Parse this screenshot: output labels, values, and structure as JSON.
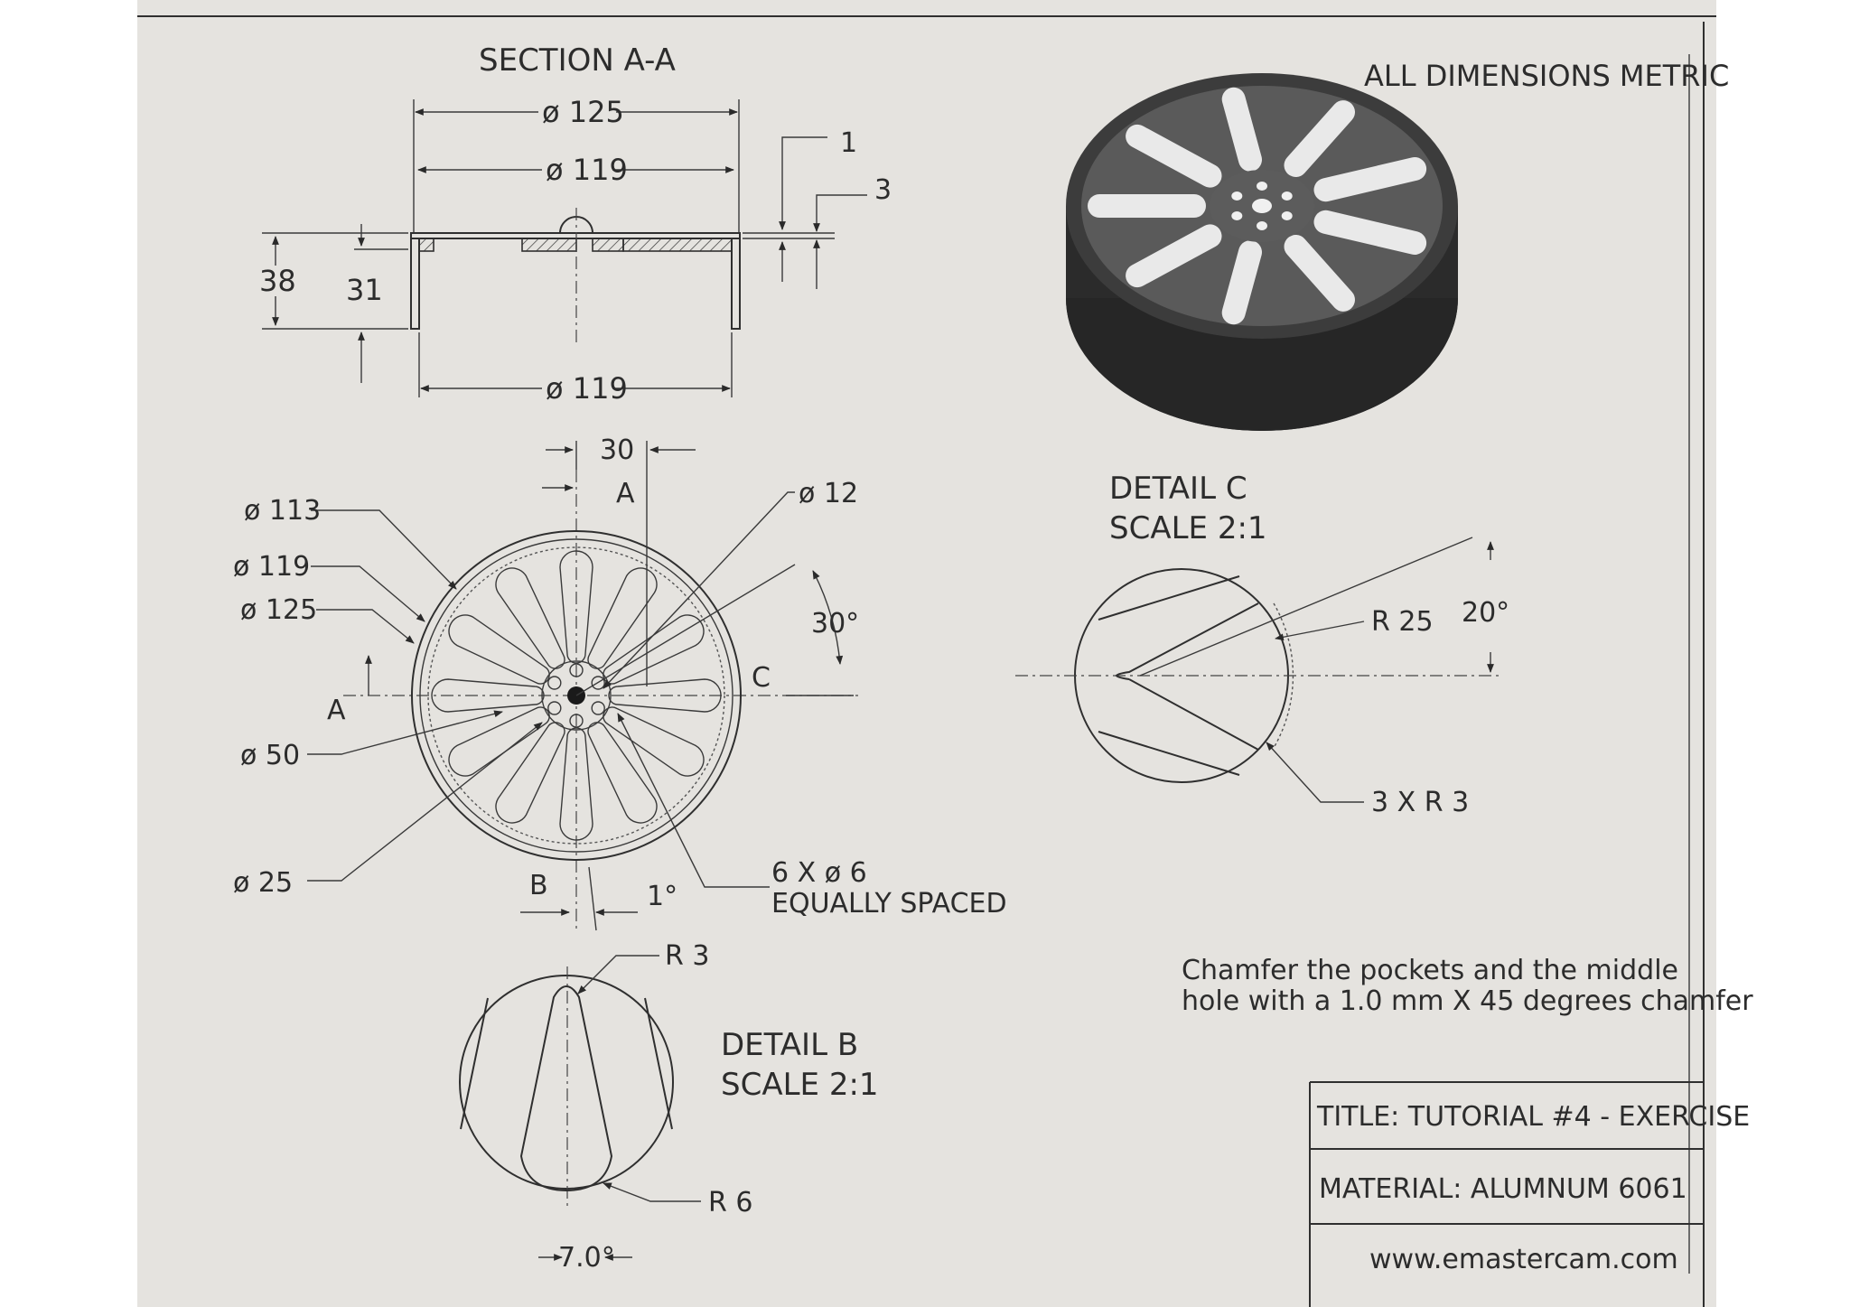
{
  "header": {
    "units_note": "ALL DIMENSIONS METRIC"
  },
  "section_view": {
    "title": "SECTION A-A",
    "dim_outer": "ø 125",
    "dim_inner": "ø 119",
    "dim_bottom": "ø 119",
    "dim_height_total": "38",
    "dim_height_inner": "31",
    "dim_thk_1": "1",
    "dim_thk_3": "3"
  },
  "front_view": {
    "dim_30": "30",
    "label_A_top": "A",
    "label_A_left": "A",
    "label_B": "B",
    "label_C": "C",
    "dim_12": "ø 12",
    "dim_113": "ø 113",
    "dim_119": "ø 119",
    "dim_125": "ø 125",
    "dim_50": "ø 50",
    "dim_25": "ø 25",
    "angle_30": "30°",
    "angle_1": "1°",
    "holes_line1": "6 X ø 6",
    "holes_line2": "EQUALLY SPACED"
  },
  "detail_b": {
    "title": "DETAIL B",
    "scale": "SCALE 2:1",
    "r3": "R 3",
    "r6": "R 6",
    "dim_7": "7.0°"
  },
  "detail_c": {
    "title": "DETAIL C",
    "scale": "SCALE 2:1",
    "r25": "R 25",
    "angle_20": "20°",
    "r3x3": "3 X R 3"
  },
  "notes": {
    "chamfer_line1": "Chamfer the pockets and the middle",
    "chamfer_line2": "hole with a 1.0 mm X 45 degrees chamfer"
  },
  "title_block": {
    "title": "TITLE: TUTORIAL #4 - EXERCISE",
    "material": "MATERIAL: ALUMNUM 6061",
    "website": "www.emastercam.com"
  }
}
